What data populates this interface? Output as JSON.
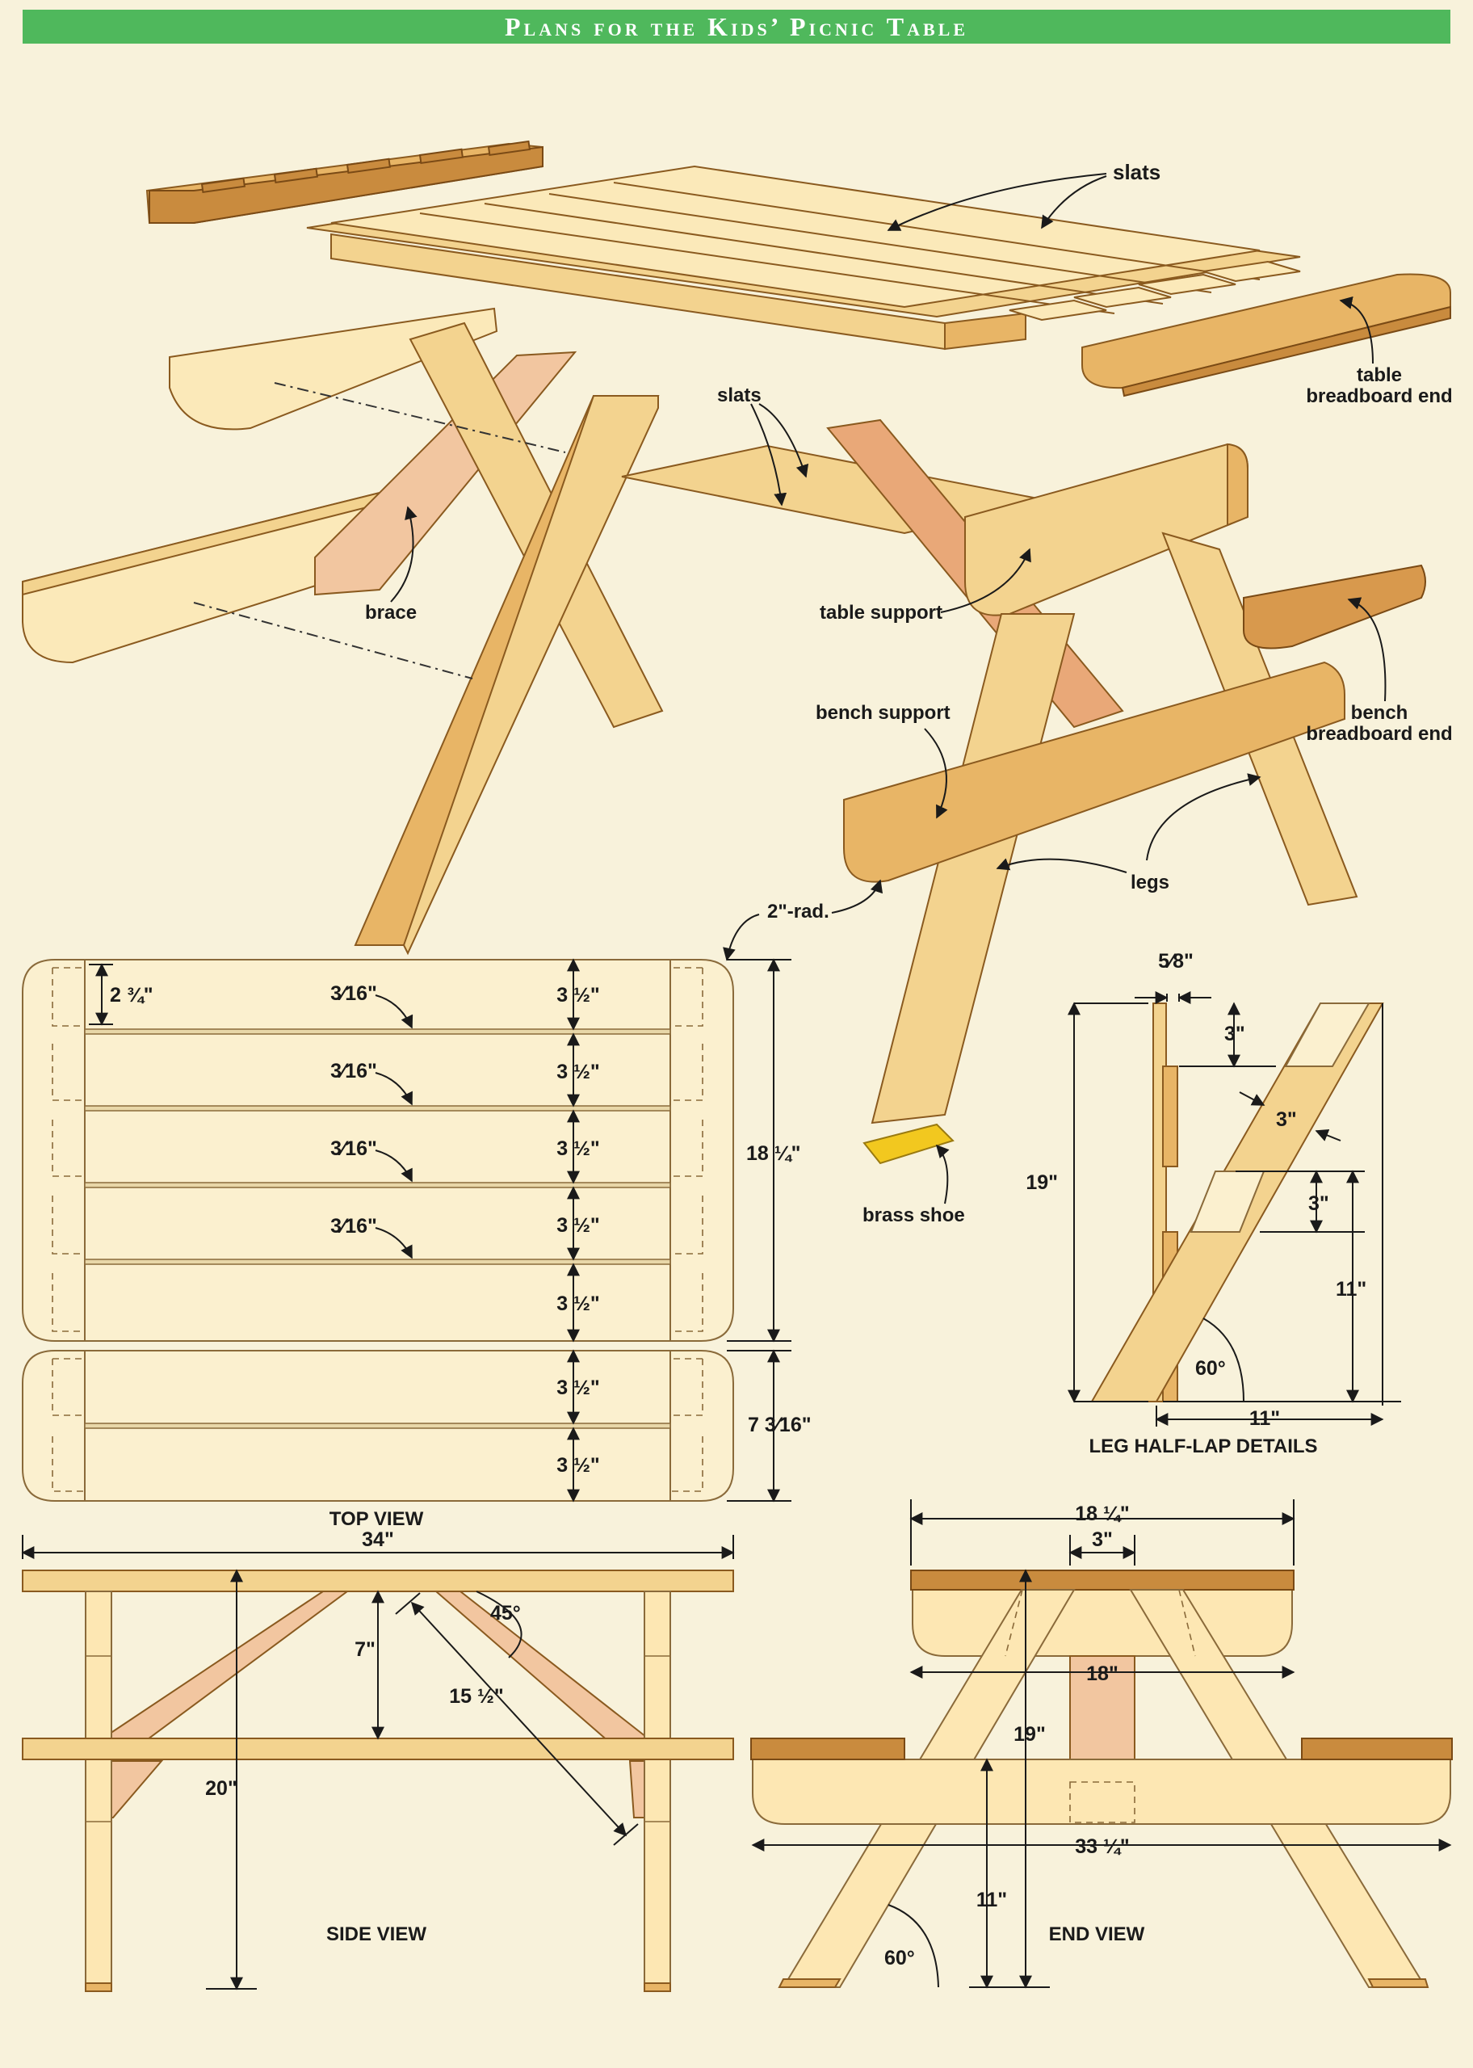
{
  "title": "Plans for the Kids’ Picnic Table",
  "labels": {
    "slats_top": "slats",
    "slats_mid": "slats",
    "table_breadboard_end_1": "table",
    "table_breadboard_end_2": "breadboard end",
    "brace": "brace",
    "table_support": "table support",
    "bench_support": "bench support",
    "bench_breadboard_end_1": "bench",
    "bench_breadboard_end_2": "breadboard end",
    "legs": "legs",
    "radius": "2\"-rad.",
    "brass_shoe": "brass shoe"
  },
  "top_view": {
    "caption": "TOP VIEW",
    "end_offset": "2 ¾\"",
    "gaps": [
      "3⁄16\"",
      "3⁄16\"",
      "3⁄16\"",
      "3⁄16\""
    ],
    "slat_widths": [
      "3 ½\"",
      "3 ½\"",
      "3 ½\"",
      "3 ½\"",
      "3 ½\"",
      "3 ½\"",
      "3 ½\""
    ],
    "table_width": "18 ¼\"",
    "bench_width": "7 3⁄16\"",
    "length": "34\""
  },
  "leg_detail": {
    "caption": "LEG HALF-LAP DETAILS",
    "thickness": "5⁄8\"",
    "notch_top": "3\"",
    "leg_width": "3\"",
    "notch_mid": "3\"",
    "height": "19\"",
    "lower_height": "11\"",
    "angle": "60°",
    "base": "11\""
  },
  "side_view": {
    "caption": "SIDE VIEW",
    "angle": "45°",
    "drop": "7\"",
    "brace_length": "15 ½\"",
    "height": "20\""
  },
  "end_view": {
    "caption": "END VIEW",
    "top_width": "18 ¼\"",
    "support_width": "3\"",
    "inner_width": "18\"",
    "height": "19\"",
    "bench_length": "33 ¼\"",
    "bench_height": "11\"",
    "angle": "60°"
  }
}
